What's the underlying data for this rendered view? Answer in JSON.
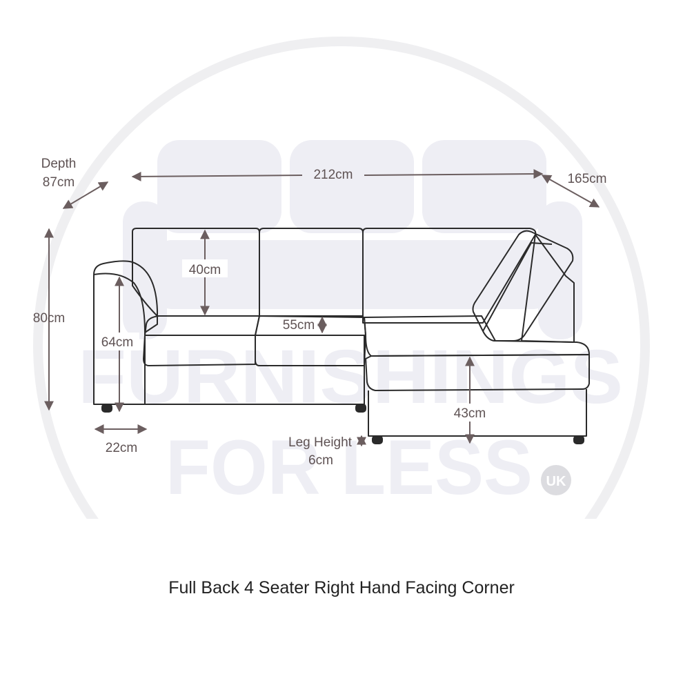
{
  "watermark": {
    "line1": "FURNISHINGS",
    "line2": "FOR LESS",
    "badge": "UK"
  },
  "dimensions": {
    "depth_label": "Depth",
    "depth_value": "87cm",
    "width": "212cm",
    "chaise_length": "165cm",
    "height": "80cm",
    "back_height": "40cm",
    "seat_depth": "55cm",
    "arm_height": "64cm",
    "arm_width": "22cm",
    "leg_height_label": "Leg Height",
    "leg_height_value": "6cm",
    "seat_height": "43cm"
  },
  "caption": "Full Back 4 Seater Right Hand Facing Corner",
  "colors": {
    "outline": "#2a2a2a",
    "arrow": "#6b5e5f",
    "watermark": "#eeeef4"
  }
}
